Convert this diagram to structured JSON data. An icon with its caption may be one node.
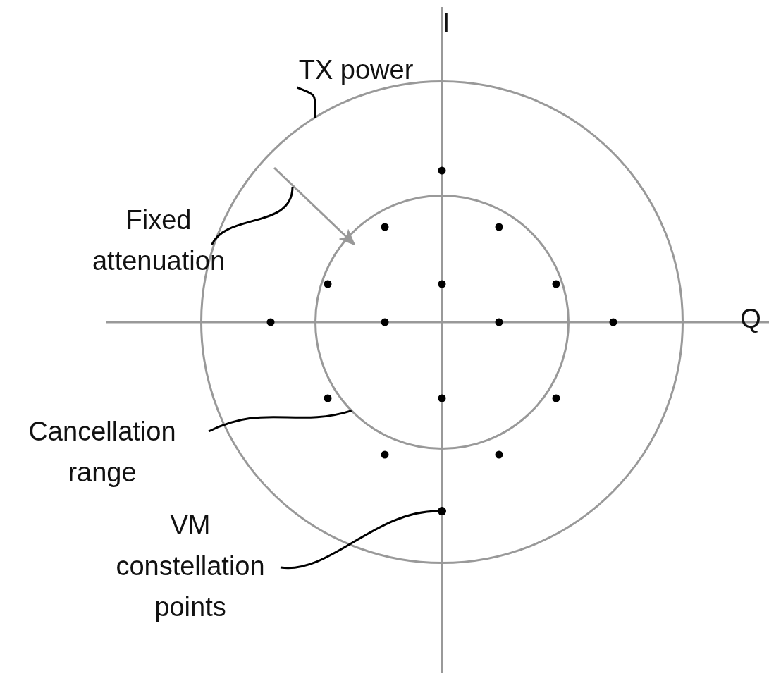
{
  "diagram": {
    "nodes": [
      {
        "text": [
          "TX power"
        ]
      },
      {
        "text": [],
        "shape": "circle"
      },
      {
        "text": [
          "Fixed attenuation"
        ]
      },
      {
        "text": [],
        "shape": "circle",
        "in": 1
      },
      {
        "text": [
          "Cancellation range"
        ]
      },
      {
        "text": [
          "VM constellation points"
        ]
      },
      {
        "text": [],
        "shape": "circle",
        "in": 1
      }
    ],
    "edges": [
      {
        "from": 0,
        "to": 1,
        "arrow": "none"
      },
      {
        "from": 2,
        "to": null,
        "arrow": "none"
      },
      {
        "from": 4,
        "to": 3,
        "arrow": "none"
      },
      {
        "from": 5,
        "to": 6,
        "arrow": "none"
      }
    ],
    "labels": [
      "I",
      "Q"
    ]
  }
}
